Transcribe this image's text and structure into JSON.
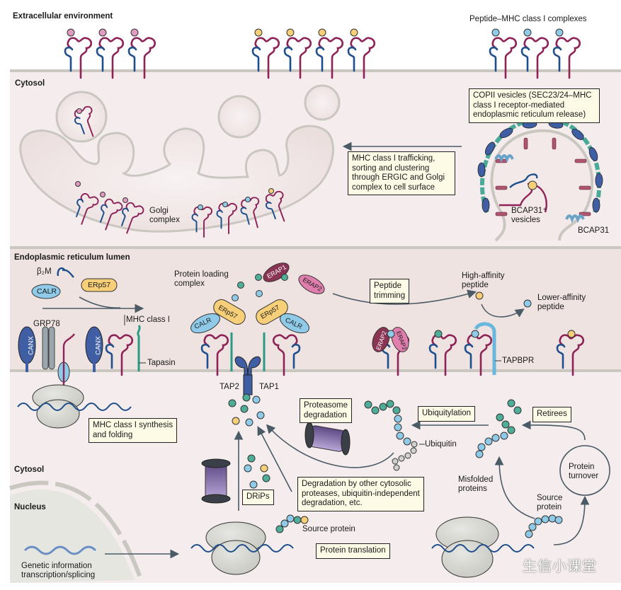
{
  "regions": {
    "extracellular": "Extracellular environment",
    "cytosol_top": "Cytosol",
    "er_lumen": "Endoplasmic reticulum lumen",
    "cytosol_bottom": "Cytosol",
    "nucleus": "Nucleus"
  },
  "labels": {
    "peptide_mhc": "Peptide–MHC class I complexes",
    "golgi_1": "Golgi",
    "golgi_2": "complex",
    "bcap31_vesicles_1": "BCAP31⁺",
    "bcap31_vesicles_2": "vesicles",
    "bcap31": "BCAP31",
    "b2m": "β₂M",
    "calr": "CALR",
    "erp57": "ERp57",
    "mhc_class_i": "MHC class I",
    "grp78": "GRP78",
    "canx": "CANX",
    "tapasin": "Tapasin",
    "plc_1": "Protein loading",
    "plc_2": "complex",
    "erap1": "ERAP1",
    "erap2": "ERAP2",
    "high_aff_1": "High-affinity",
    "high_aff_2": "peptide",
    "low_aff_1": "Lower-affinity",
    "low_aff_2": "peptide",
    "tapbpr": "TAPBPR",
    "tap2": "TAP2",
    "tap1": "TAP1",
    "ubiquitin": "Ubiquitin",
    "misfolded_1": "Misfolded",
    "misfolded_2": "proteins",
    "source_protein_right_1": "Source",
    "source_protein_right_2": "protein",
    "turnover_1": "Protein",
    "turnover_2": "turnover",
    "source_protein_center": "Source protein",
    "genetic_1": "Genetic information",
    "genetic_2": "transcription/splicing"
  },
  "boxes": {
    "copii": [
      "COPII vesicles (SEC23/24–MHC",
      "class I receptor-mediated",
      "endoplasmic reticulum release)"
    ],
    "trafficking": [
      "MHC class I trafficking,",
      "sorting and clustering",
      "through ERGIC and Golgi",
      "complex to cell surface"
    ],
    "trimming": [
      "Peptide",
      "trimming"
    ],
    "synthesis": [
      "MHC class I synthesis",
      "and folding"
    ],
    "proteasome": [
      "Proteasome",
      "degradation"
    ],
    "ubiquitylation": "Ubiquitylation",
    "retirees": "Retirees",
    "drips": "DRiPs",
    "other_degradation": [
      "Degradation by other cytosolic",
      "proteases, ubiquitin-independent",
      "degradation, etc."
    ],
    "translation": "Protein translation"
  },
  "watermark": "生信小课堂",
  "colors": {
    "mhc_heavy": "#8e2358",
    "b2m_chain": "#1e4f8c",
    "peptide_pink": "#e39ac0",
    "peptide_yellow": "#f7cf78",
    "peptide_blue": "#8fcbe8",
    "peptide_green": "#4fae98",
    "cytosol_bg": "#f5eded",
    "er_bg": "#efe3e1",
    "membrane": "#c9c7c0",
    "box_bg": "#fdfbe6",
    "arrow": "#4a5b66"
  }
}
